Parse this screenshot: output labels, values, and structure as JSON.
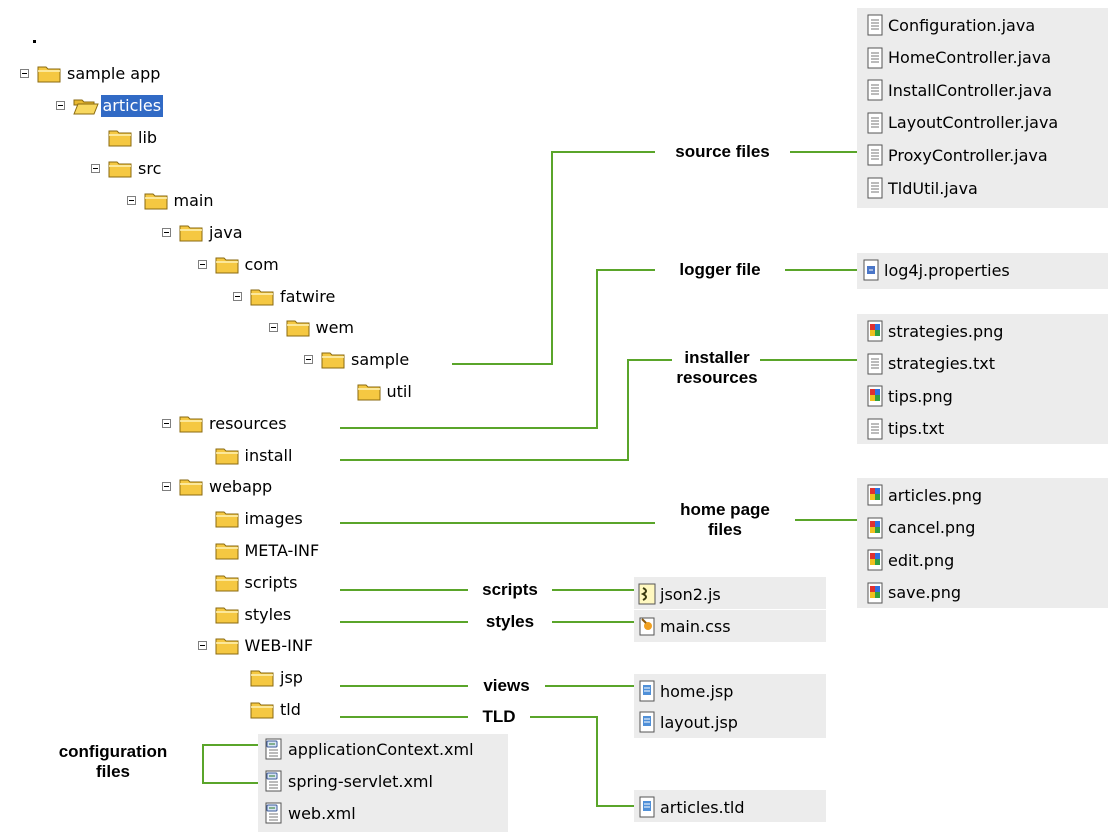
{
  "tree": [
    {
      "id": "sample-app",
      "label": "sample app",
      "depth": 0,
      "expanded": true,
      "row": 0
    },
    {
      "id": "articles",
      "label": "articles",
      "depth": 1,
      "expanded": true,
      "row": 1,
      "selected": true
    },
    {
      "id": "lib",
      "label": "lib",
      "depth": 2,
      "row": 2
    },
    {
      "id": "src",
      "label": "src",
      "depth": 2,
      "expanded": true,
      "row": 3
    },
    {
      "id": "main",
      "label": "main",
      "depth": 3,
      "expanded": true,
      "row": 4
    },
    {
      "id": "java",
      "label": "java",
      "depth": 4,
      "expanded": true,
      "row": 5
    },
    {
      "id": "com",
      "label": "com",
      "depth": 5,
      "expanded": true,
      "row": 6
    },
    {
      "id": "fatwire",
      "label": "fatwire",
      "depth": 6,
      "expanded": true,
      "row": 7
    },
    {
      "id": "wem",
      "label": "wem",
      "depth": 7,
      "expanded": true,
      "row": 8
    },
    {
      "id": "sample",
      "label": "sample",
      "depth": 8,
      "expanded": true,
      "row": 9
    },
    {
      "id": "util",
      "label": "util",
      "depth": 9,
      "row": 10
    },
    {
      "id": "resources",
      "label": "resources",
      "depth": 4,
      "expanded": true,
      "row": 11
    },
    {
      "id": "install",
      "label": "install",
      "depth": 5,
      "row": 12
    },
    {
      "id": "webapp",
      "label": "webapp",
      "depth": 4,
      "expanded": true,
      "row": 13
    },
    {
      "id": "images",
      "label": "images",
      "depth": 5,
      "row": 14
    },
    {
      "id": "meta-inf",
      "label": "META-INF",
      "depth": 5,
      "row": 15
    },
    {
      "id": "scripts",
      "label": "scripts",
      "depth": 5,
      "row": 16
    },
    {
      "id": "styles",
      "label": "styles",
      "depth": 5,
      "row": 17
    },
    {
      "id": "web-inf",
      "label": "WEB-INF",
      "depth": 5,
      "expanded": true,
      "row": 18
    },
    {
      "id": "jsp",
      "label": "jsp",
      "depth": 6,
      "row": 19
    },
    {
      "id": "tld",
      "label": "tld",
      "depth": 6,
      "row": 20
    }
  ],
  "config_files": [
    "applicationContext.xml",
    "spring-servlet.xml",
    "web.xml"
  ],
  "labels": {
    "source_files": "source files",
    "logger_file": "logger file",
    "installer_resources_1": "installer",
    "installer_resources_2": "resources",
    "home_page_files_1": "home page",
    "home_page_files_2": "files",
    "scripts": "scripts",
    "styles": "styles",
    "views": "views",
    "tld": "TLD",
    "configuration_files_1": "configuration",
    "configuration_files_2": "files"
  },
  "groups": {
    "source": [
      {
        "name": "Configuration.java",
        "icon": "text-file-icon"
      },
      {
        "name": "HomeController.java",
        "icon": "text-file-icon"
      },
      {
        "name": "InstallController.java",
        "icon": "text-file-icon"
      },
      {
        "name": "LayoutController.java",
        "icon": "text-file-icon"
      },
      {
        "name": "ProxyController.java",
        "icon": "text-file-icon"
      },
      {
        "name": "TldUtil.java",
        "icon": "text-file-icon"
      }
    ],
    "logger": [
      {
        "name": "log4j.properties",
        "icon": "properties-file-icon"
      }
    ],
    "installer": [
      {
        "name": "strategies.png",
        "icon": "image-file-icon"
      },
      {
        "name": "strategies.txt",
        "icon": "text-file-icon"
      },
      {
        "name": "tips.png",
        "icon": "image-file-icon"
      },
      {
        "name": "tips.txt",
        "icon": "text-file-icon"
      }
    ],
    "home": [
      {
        "name": "articles.png",
        "icon": "image-file-icon"
      },
      {
        "name": "cancel.png",
        "icon": "image-file-icon"
      },
      {
        "name": "edit.png",
        "icon": "image-file-icon"
      },
      {
        "name": "save.png",
        "icon": "image-file-icon"
      }
    ],
    "scripts": [
      {
        "name": "json2.js",
        "icon": "script-file-icon"
      }
    ],
    "styles": [
      {
        "name": "main.css",
        "icon": "css-file-icon"
      }
    ],
    "views": [
      {
        "name": "home.jsp",
        "icon": "jsp-file-icon"
      },
      {
        "name": "layout.jsp",
        "icon": "jsp-file-icon"
      }
    ],
    "tld": [
      {
        "name": "articles.tld",
        "icon": "jsp-file-icon"
      }
    ]
  },
  "colors": {
    "connector": "#5aa52a",
    "panel": "#ececec",
    "selection": "#316ac5",
    "folder": "#f5c842"
  }
}
